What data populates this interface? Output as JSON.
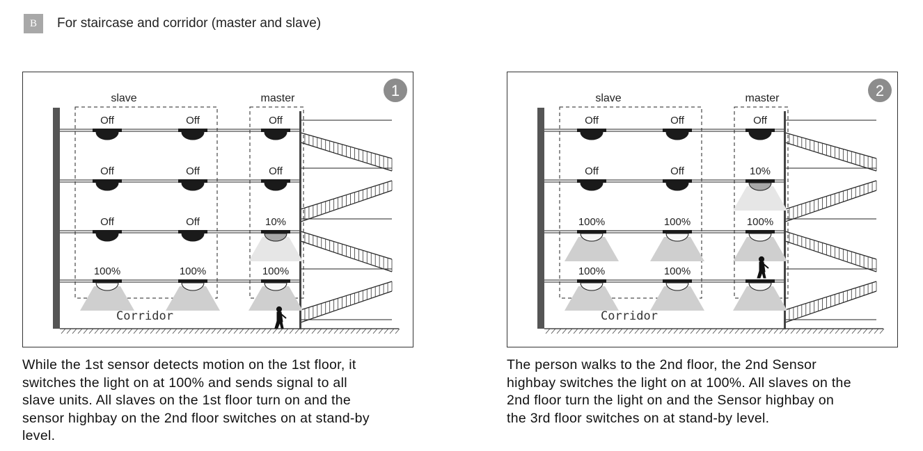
{
  "header": {
    "badge": "B",
    "title": "For staircase and corridor (master and slave)"
  },
  "panels": [
    {
      "step": "1",
      "slave_label": "slave",
      "master_label": "master",
      "corridor_label": "Corridor",
      "floors": [
        {
          "slave1": "Off",
          "slave2": "Off",
          "master": "Off"
        },
        {
          "slave1": "Off",
          "slave2": "Off",
          "master": "Off"
        },
        {
          "slave1": "Off",
          "slave2": "Off",
          "master": "10%"
        },
        {
          "slave1": "100%",
          "slave2": "100%",
          "master": "100%"
        }
      ],
      "caption": [
        "While the 1st sensor detects motion on the 1st floor, it",
        "switches the light on at 100% and sends signal to all",
        "slave units. All slaves on the 1st floor turn on and the",
        "sensor highbay on the 2nd floor switches on at stand-by",
        "level."
      ]
    },
    {
      "step": "2",
      "slave_label": "slave",
      "master_label": "master",
      "corridor_label": "Corridor",
      "floors": [
        {
          "slave1": "Off",
          "slave2": "Off",
          "master": "Off"
        },
        {
          "slave1": "Off",
          "slave2": "Off",
          "master": "10%"
        },
        {
          "slave1": "100%",
          "slave2": "100%",
          "master": "100%"
        },
        {
          "slave1": "100%",
          "slave2": "100%",
          "master": ""
        }
      ],
      "caption": [
        "The person walks to the 2nd floor, the 2nd Sensor",
        "highbay switches the light on at 100%. All slaves on the",
        "2nd floor turn the light on and the Sensor highbay on",
        "the 3rd floor switches on at stand-by level."
      ]
    }
  ]
}
